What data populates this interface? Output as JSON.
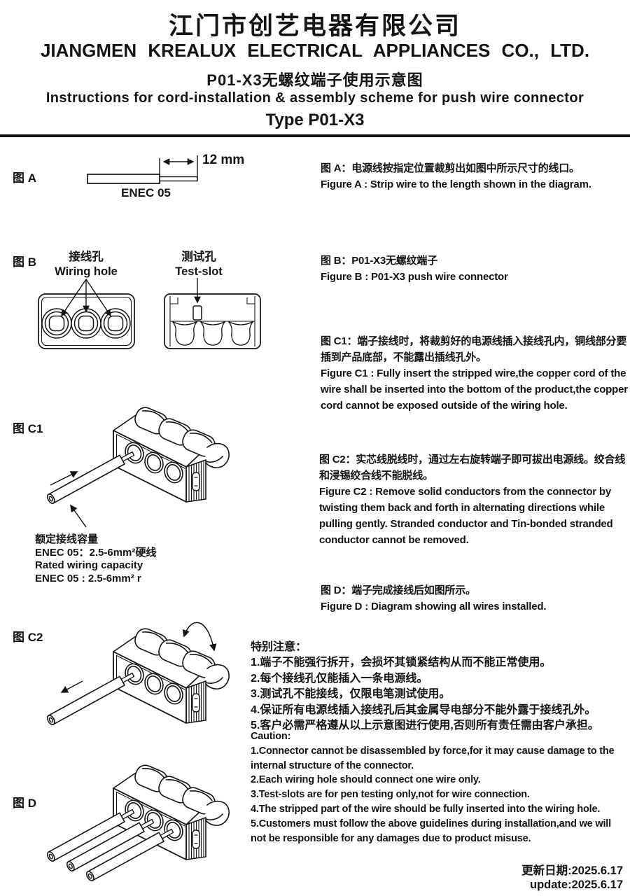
{
  "header": {
    "company_cn": "江门市创艺电器有限公司",
    "company_en": "JIANGMEN  KREALUX  ELECTRICAL  APPLIANCES  CO., LTD.",
    "subtitle_cn": "P01-X3无螺纹端子使用示意图",
    "subtitle_en": "Instructions for cord-installation & assembly scheme for push wire connector",
    "type_label": "Type P01-X3"
  },
  "figures": {
    "a": {
      "label": "图 A",
      "dimension": "12 mm",
      "wire_mark": "ENEC 05",
      "desc_cn": "图 A：电源线按指定位置裁剪出如图中所示尺寸的线口。",
      "desc_en": "Figure A : Strip wire to the length shown in the diagram."
    },
    "b": {
      "label": "图 B",
      "wiring_hole_cn": "接线孔",
      "wiring_hole_en": "Wiring hole",
      "test_slot_cn": "测试孔",
      "test_slot_en": "Test-slot",
      "desc_cn": "图 B：P01-X3无螺纹端子",
      "desc_en": "Figure B : P01-X3 push wire connector"
    },
    "c1": {
      "label": "图 C1",
      "desc_cn": "图 C1：端子接线时，将裁剪好的电源线插入接线孔内，铜线部分要插到产品底部，不能露出插线孔外。",
      "desc_en": "Figure C1 : Fully insert the stripped wire,the copper cord of the wire shall be inserted into the bottom of the product,the copper cord cannot be exposed outside of the wiring hole.",
      "capacity": [
        "额定接线容量",
        "ENEC 05：2.5-6mm²硬线",
        "Rated wiring capacity",
        "ENEC 05 : 2.5-6mm² r"
      ]
    },
    "c2": {
      "label": "图 C2",
      "desc_cn": "图 C2：实芯线脱线时，通过左右旋转端子即可拔出电源线。绞合线和浸锡绞合线不能脱线。",
      "desc_en": "Figure C2 : Remove solid conductors from the connector by twisting them back and forth in alternating directions while pulling gently. Stranded conductor and Tin-bonded stranded conductor cannot be removed."
    },
    "d": {
      "label": "图 D",
      "desc_cn": "图 D：端子完成接线后如图所示。",
      "desc_en": "Figure D : Diagram showing all wires installed."
    }
  },
  "notes": {
    "title": "特别注意：",
    "items": [
      "1.端子不能强行拆开，会损坏其锁紧结构从而不能正常使用。",
      "2.每个接线孔仅能插入一条电源线。",
      "3.测试孔不能接线，仅限电笔测试使用。",
      "4.保证所有电源线插入接线孔后其金属导电部分不能外露于接线孔外。",
      "5.客户必需严格遵从以上示意图进行使用,否则所有责任需由客户承担。"
    ]
  },
  "caution": {
    "title": "Caution:",
    "items": [
      "1.Connector cannot be disassembled by force,for it may cause damage to the internal structure of the connector.",
      "2.Each wiring hole should connect one wire only.",
      "3.Test-slots are for pen testing only,not for wire connection.",
      "4.The stripped part of the wire should be fully inserted into the wiring hole.",
      "5.Customers must follow the above guidelines during installation,and we will not be responsible for any damages due to product misuse."
    ]
  },
  "footer": {
    "update_cn": "更新日期:2025.6.17",
    "update_en": "update:2025.6.17"
  },
  "colors": {
    "ink": "#141414",
    "paper": "#ffffff"
  }
}
